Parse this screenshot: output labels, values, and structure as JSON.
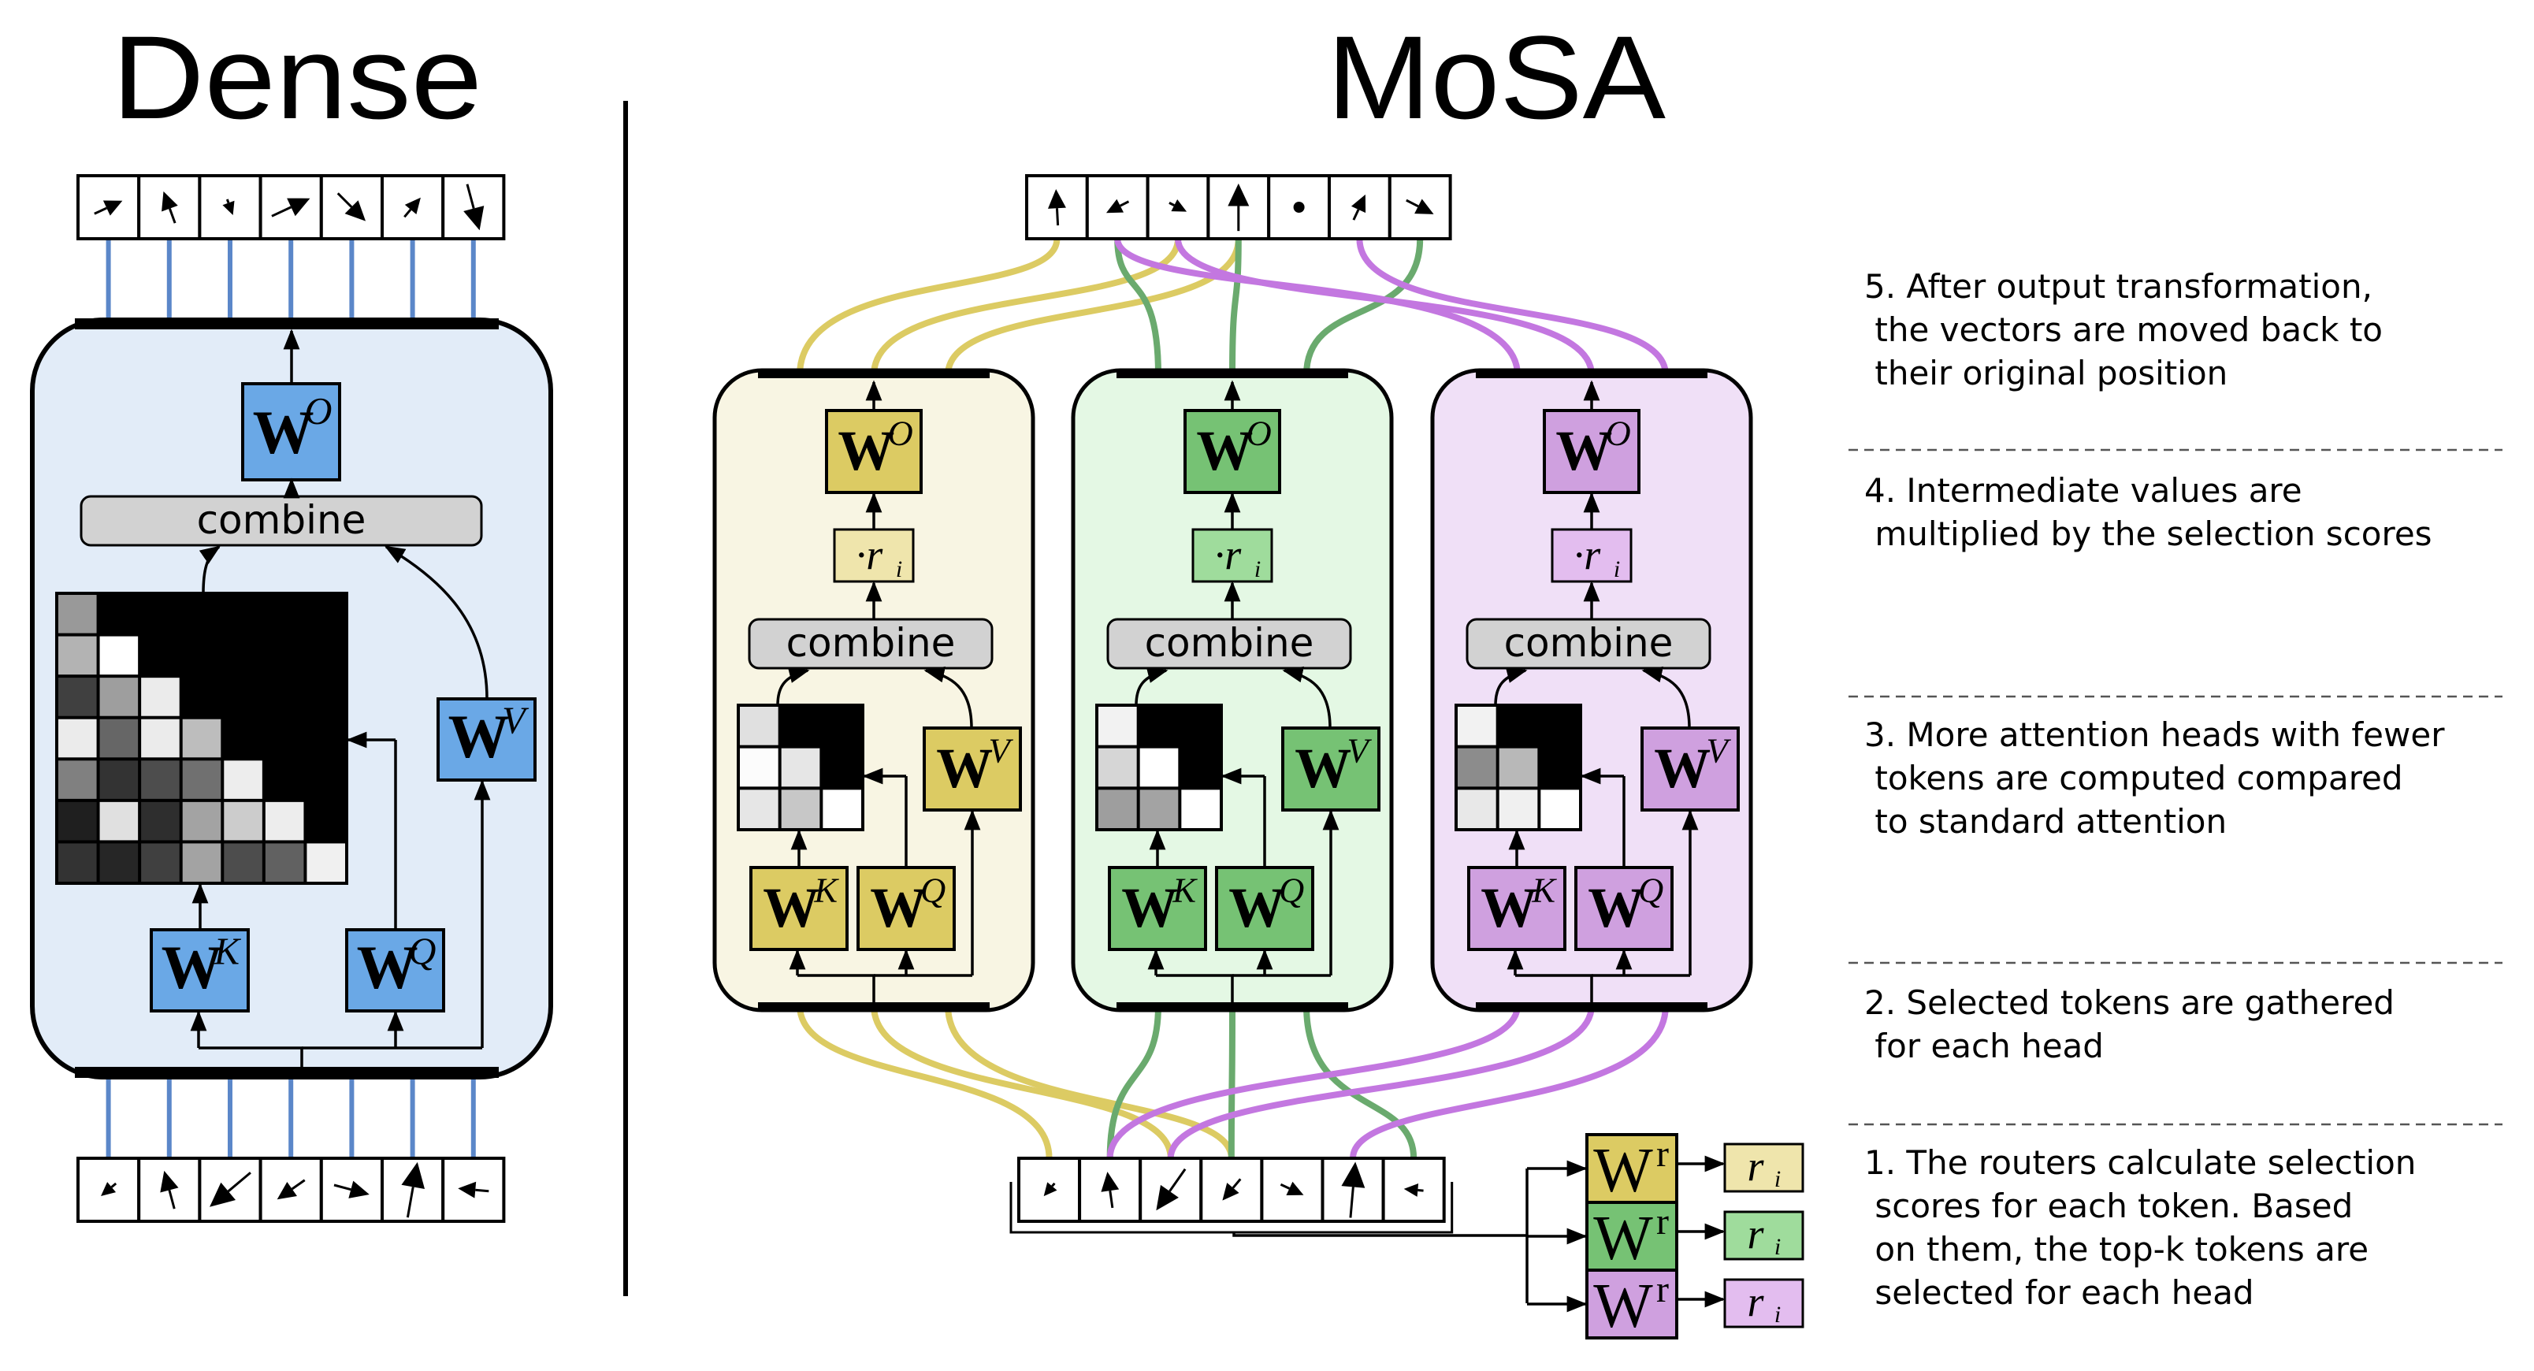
{
  "titles": {
    "dense": "Dense",
    "mosa": "MoSA"
  },
  "colors": {
    "dense_panel": "#e2ecf8",
    "dense_block": "#6aa8e6",
    "dense_wire": "#5b87c9",
    "yellow_panel": "#f8f5e3",
    "yellow_block": "#dccb63",
    "yellow_light": "#efe5ac",
    "yellow_wire": "#dccb63",
    "green_panel": "#e4f8e4",
    "green_block": "#76c274",
    "green_light": "#9fdc9c",
    "green_wire": "#6aaa6e",
    "purple_panel": "#f0e0f7",
    "purple_block": "#cfa0df",
    "purple_light": "#e3bdef",
    "purple_wire": "#c377e0",
    "combine_fill": "#d2d2d2"
  },
  "labels": {
    "combine": "combine",
    "W": "W",
    "sup_O": "O",
    "sup_K": "K",
    "sup_Q": "Q",
    "sup_V": "V",
    "sup_r": "r",
    "scale": "·r",
    "r": "r",
    "sub_i": "i"
  },
  "dense": {
    "top_token_angles": [
      -25,
      250,
      70,
      -25,
      45,
      -50,
      75
    ],
    "top_token_lengths": [
      0.55,
      0.6,
      0.3,
      0.75,
      0.7,
      0.45,
      0.85
    ],
    "bottom_token_angles": [
      140,
      -105,
      140,
      145,
      15,
      -80,
      185
    ],
    "bottom_token_lengths": [
      0.35,
      0.7,
      0.95,
      0.6,
      0.65,
      1.0,
      0.55
    ],
    "attention_grid": [
      [
        0.6,
        0,
        0,
        0,
        0,
        0,
        0
      ],
      [
        0.7,
        1.0,
        0,
        0,
        0,
        0,
        0
      ],
      [
        0.25,
        0.62,
        0.92,
        0,
        0,
        0,
        0
      ],
      [
        0.92,
        0.4,
        0.92,
        0.74,
        0,
        0,
        0
      ],
      [
        0.5,
        0.2,
        0.3,
        0.44,
        0.93,
        0,
        0
      ],
      [
        0.12,
        0.88,
        0.18,
        0.64,
        0.8,
        0.93,
        0
      ],
      [
        0.2,
        0.15,
        0.25,
        0.64,
        0.3,
        0.38,
        0.94
      ]
    ]
  },
  "mosa": {
    "top_token_angles": [
      -93,
      153,
      27,
      -90,
      0,
      -65,
      27
    ],
    "top_token_lengths": [
      0.65,
      0.45,
      0.35,
      0.85,
      0.0,
      0.5,
      0.55
    ],
    "bottom_token_angles": [
      130,
      -98,
      125,
      130,
      25,
      -85,
      185
    ],
    "bottom_token_lengths": [
      0.3,
      0.65,
      0.9,
      0.5,
      0.45,
      1.0,
      0.35
    ],
    "heads": [
      {
        "color": "yellow",
        "grid": [
          [
            0.88,
            0,
            0
          ],
          [
            0.99,
            0.9,
            0
          ],
          [
            0.9,
            0.78,
            1.0
          ]
        ],
        "tokens": [
          0,
          2,
          3
        ]
      },
      {
        "color": "green",
        "grid": [
          [
            0.95,
            0,
            0
          ],
          [
            0.84,
            1.0,
            0
          ],
          [
            0.62,
            0.64,
            1.0
          ]
        ],
        "tokens": [
          1,
          3,
          6
        ]
      },
      {
        "color": "purple",
        "grid": [
          [
            0.95,
            0,
            0
          ],
          [
            0.55,
            0.72,
            0
          ],
          [
            0.91,
            0.94,
            1.0
          ]
        ],
        "tokens": [
          1,
          2,
          5
        ]
      }
    ]
  },
  "notes": [
    {
      "lines": [
        "5. After output transformation,",
        " the vectors are moved back to",
        " their original position"
      ]
    },
    {
      "lines": [
        "4. Intermediate values are",
        " multiplied by the selection scores"
      ]
    },
    {
      "lines": [
        "3. More attention heads with fewer",
        " tokens are computed compared",
        " to standard attention"
      ]
    },
    {
      "lines": [
        "2. Selected tokens are gathered",
        " for each head"
      ]
    },
    {
      "lines": [
        "1. The routers calculate selection",
        " scores for each token. Based",
        " on them, the top-k tokens are",
        " selected for each head"
      ]
    }
  ]
}
